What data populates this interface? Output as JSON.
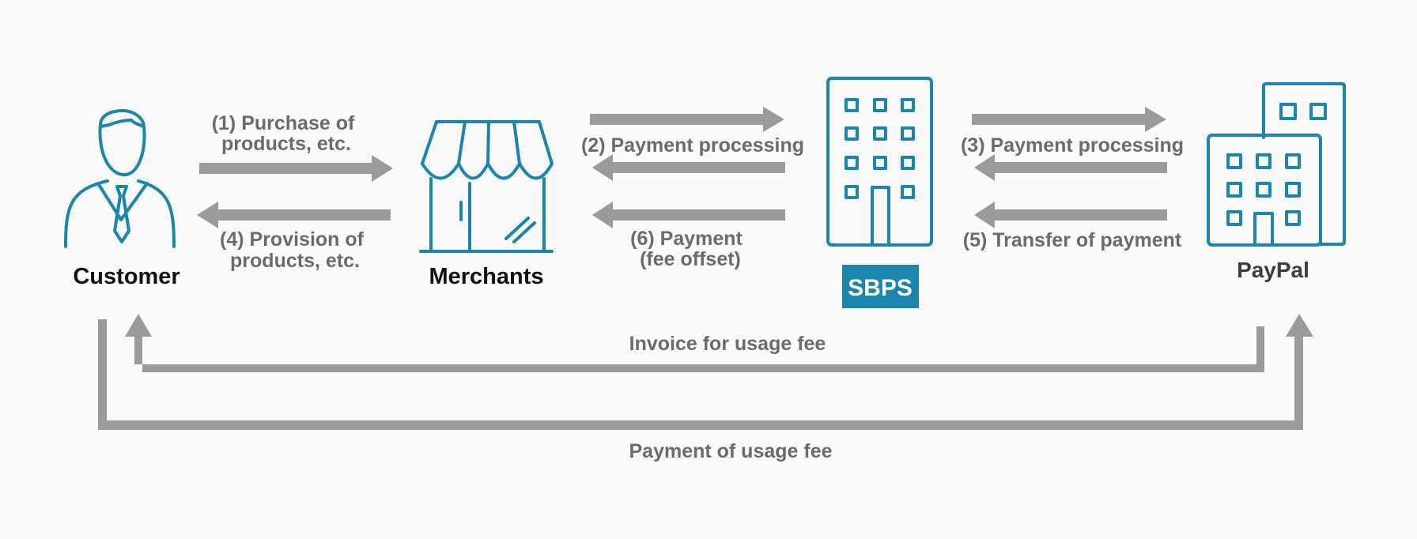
{
  "colors": {
    "icon": "#1a85ad",
    "arrow": "#9b9b9b",
    "label": "#6b6b6b",
    "actor_label": "#111111",
    "badge_bg": "#1a85ad",
    "badge_text": "#ffffff",
    "background": "#fafafa"
  },
  "actors": {
    "customer": {
      "label": "Customer",
      "icon": "person-icon"
    },
    "merchants": {
      "label": "Merchants",
      "icon": "storefront-icon"
    },
    "sbps": {
      "label": "SBPS",
      "icon": "office-building-icon"
    },
    "paypal": {
      "label": "PayPal",
      "icon": "office-buildings-icon"
    }
  },
  "flows": {
    "step1": {
      "line1": "(1) Purchase of",
      "line2": "products, etc."
    },
    "step2": {
      "line1": "(2) Payment processing"
    },
    "step3": {
      "line1": "(3) Payment processing"
    },
    "step4": {
      "line1": "(4) Provision of",
      "line2": "products, etc."
    },
    "step5": {
      "line1": "(5) Transfer of payment"
    },
    "step6": {
      "line1": "(6) Payment",
      "line2": "(fee offset)"
    },
    "invoice": {
      "line1": "Invoice for usage fee"
    },
    "payment_fee": {
      "line1": "Payment of usage fee"
    }
  }
}
